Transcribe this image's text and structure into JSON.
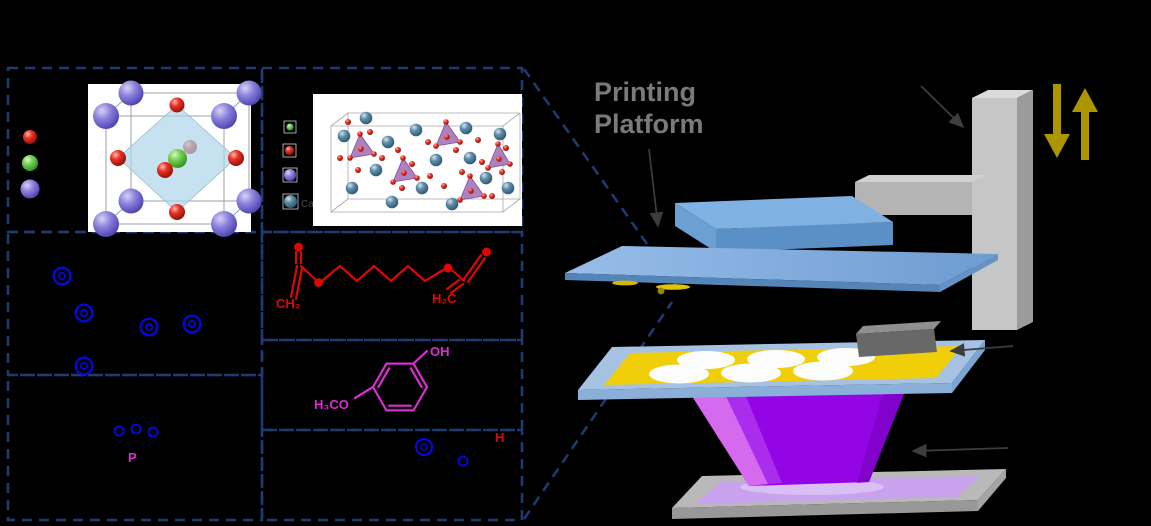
{
  "colors": {
    "background": "#000000",
    "dash_blue": "#1e3a6e",
    "mol_blue": "#0707d6",
    "mol_red": "#df0606",
    "mol_magenta": "#d92ed0",
    "label_gray": "#7a7a7a",
    "arrow_yellow": "#ab9600",
    "arrow_dark": "#3d3d3d",
    "platform_blue": "#7fb2e2",
    "sheet_blue": "#82aedd",
    "resin_yellow": "#f0cf0a",
    "beam_purple": "#9405e5",
    "beam_pink": "#e27df0",
    "tray_glow": "#c9a2ee"
  },
  "left_panel": {
    "crystal2_legend_label": "Ca",
    "diacrylate": {
      "left_label": "CH₂",
      "right_label": "H₂C"
    },
    "methoxyphenol": {
      "oh_label": "OH",
      "methoxy_label": "H₃CO"
    },
    "photoinitiator_label": "P",
    "hydrogen_label": "H"
  },
  "printer": {
    "platform_label_line1": "Printing",
    "platform_label_line2": "Platform"
  }
}
